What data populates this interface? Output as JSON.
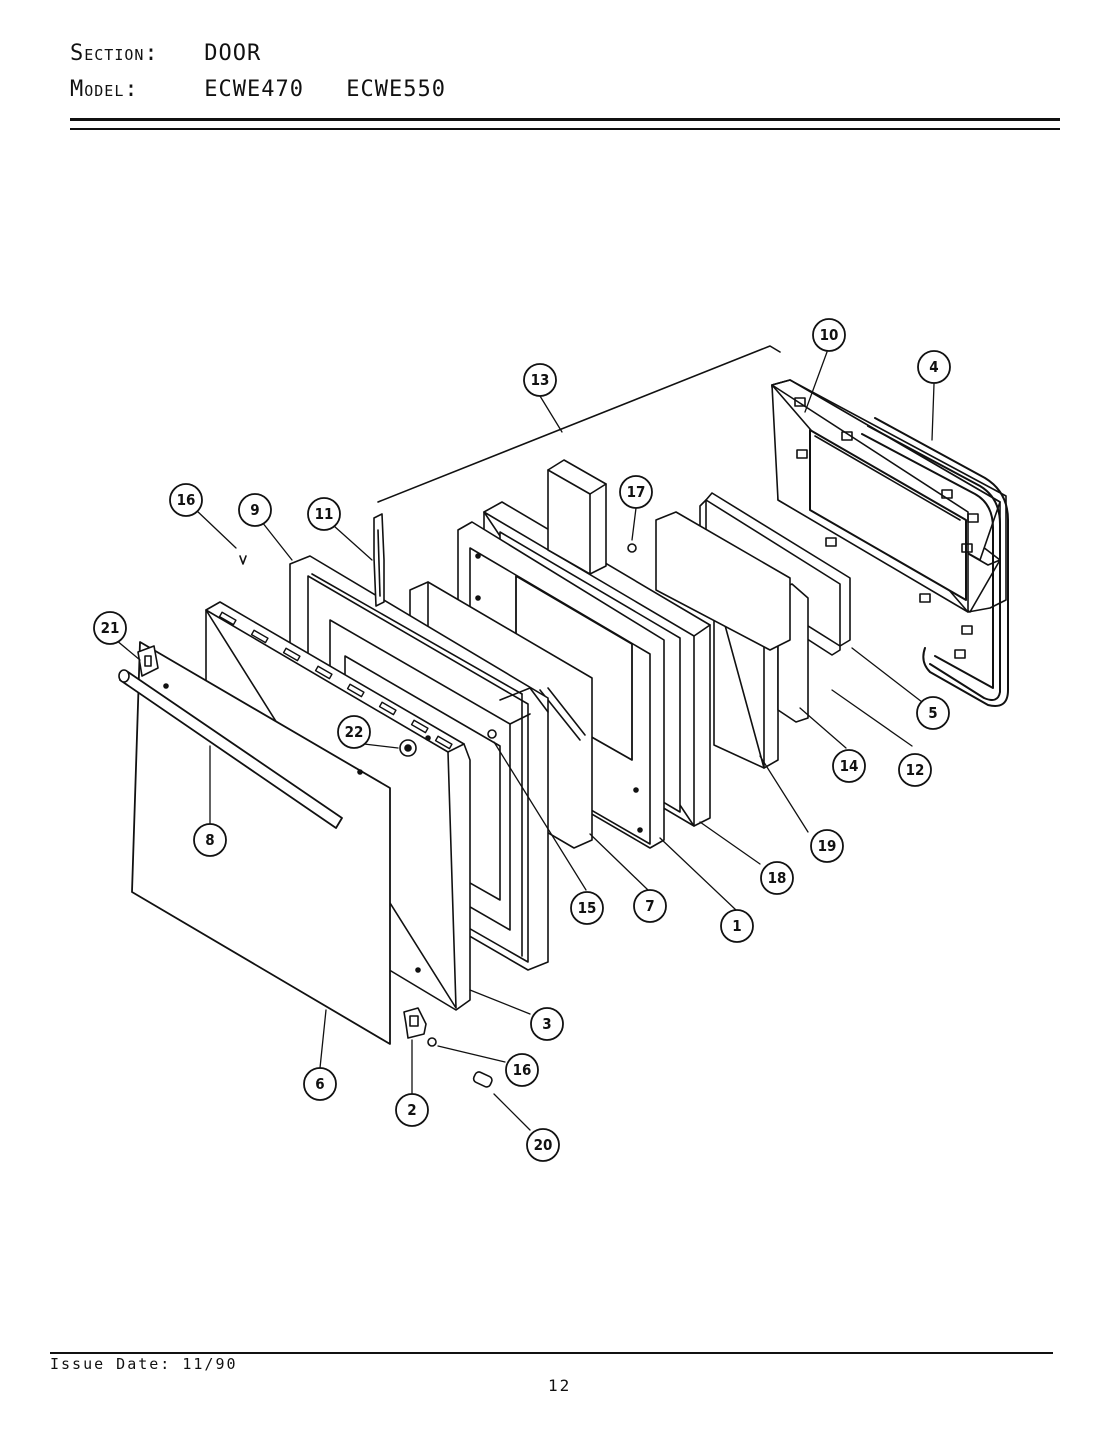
{
  "header": {
    "section_label": "Section:",
    "section_value": "DOOR",
    "model_label": "Model:",
    "models": [
      "ECWE470",
      "ECWE550"
    ]
  },
  "callouts": [
    "1",
    "2",
    "3",
    "4",
    "5",
    "6",
    "7",
    "8",
    "9",
    "10",
    "11",
    "12",
    "13",
    "14",
    "15",
    "16",
    "16",
    "17",
    "18",
    "19",
    "20",
    "21",
    "22"
  ],
  "footer": {
    "issue_date": "Issue Date: 11/90",
    "page_number": "12"
  }
}
